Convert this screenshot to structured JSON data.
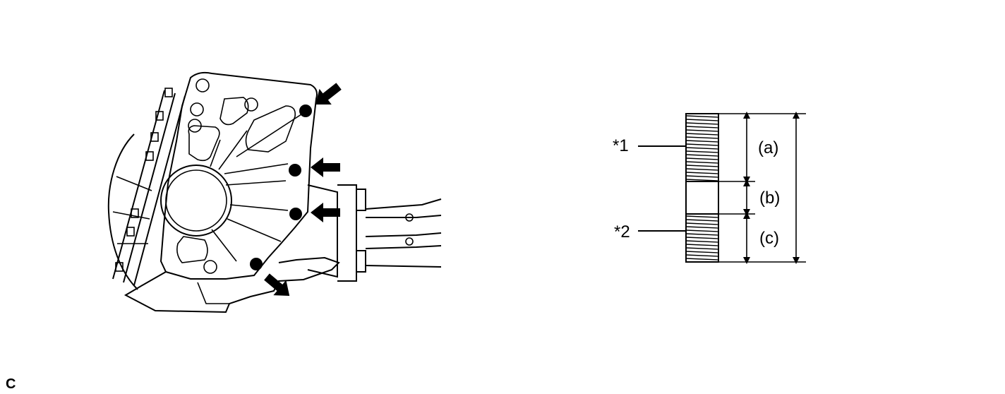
{
  "labels": {
    "part1": "*1",
    "part2": "*2",
    "dim_a": "(a)",
    "dim_b": "(b)",
    "dim_c": "(c)",
    "corner_mark": "C"
  },
  "icons": {
    "bolt_arrow": "arrow-icon",
    "bolt_hole": "filled-circle-icon"
  }
}
